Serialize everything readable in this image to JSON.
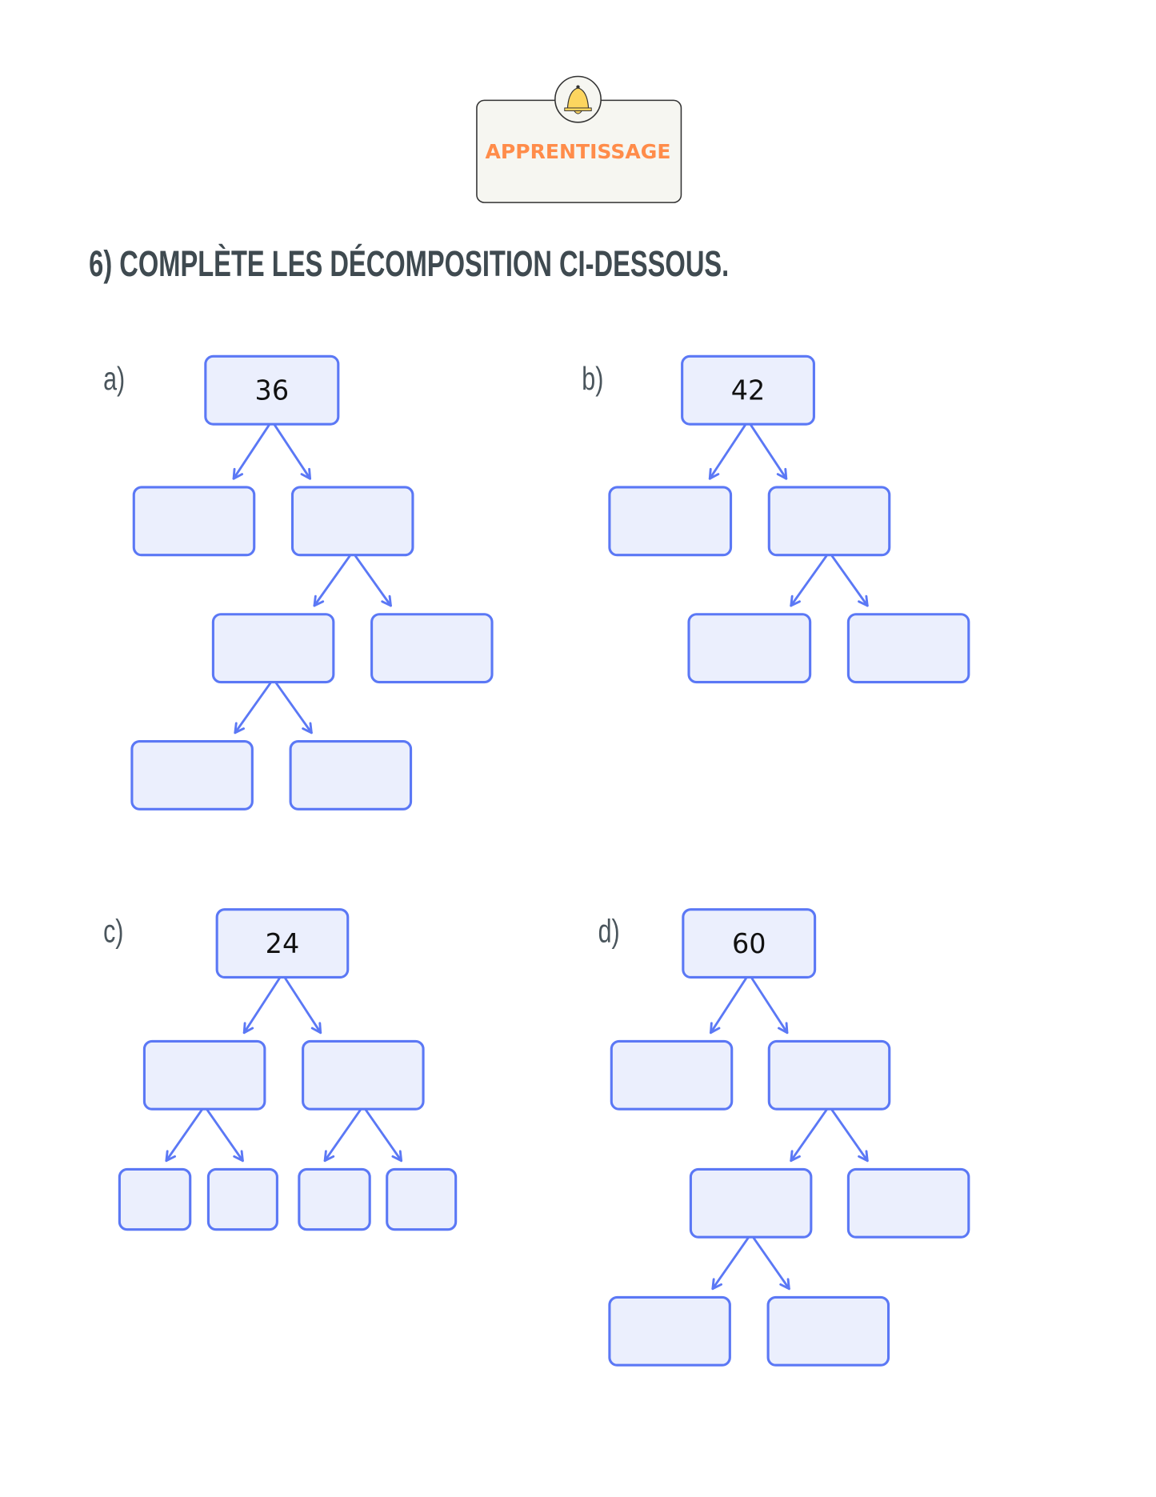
{
  "badge": {
    "label": "APPRENTISSAGE",
    "icon": "bell-icon"
  },
  "title": "6) COMPLÈTE LES DÉCOMPOSITION CI-DESSOUS.",
  "exercises": [
    {
      "label": "a)",
      "root": "36"
    },
    {
      "label": "b)",
      "root": "42"
    },
    {
      "label": "c)",
      "root": "24"
    },
    {
      "label": "d)",
      "root": "60"
    }
  ],
  "colors": {
    "box_fill": "#ebeffd",
    "box_stroke": "#5b78f5",
    "badge_text": "#ff8c4a",
    "bell": "#fcd55f"
  }
}
